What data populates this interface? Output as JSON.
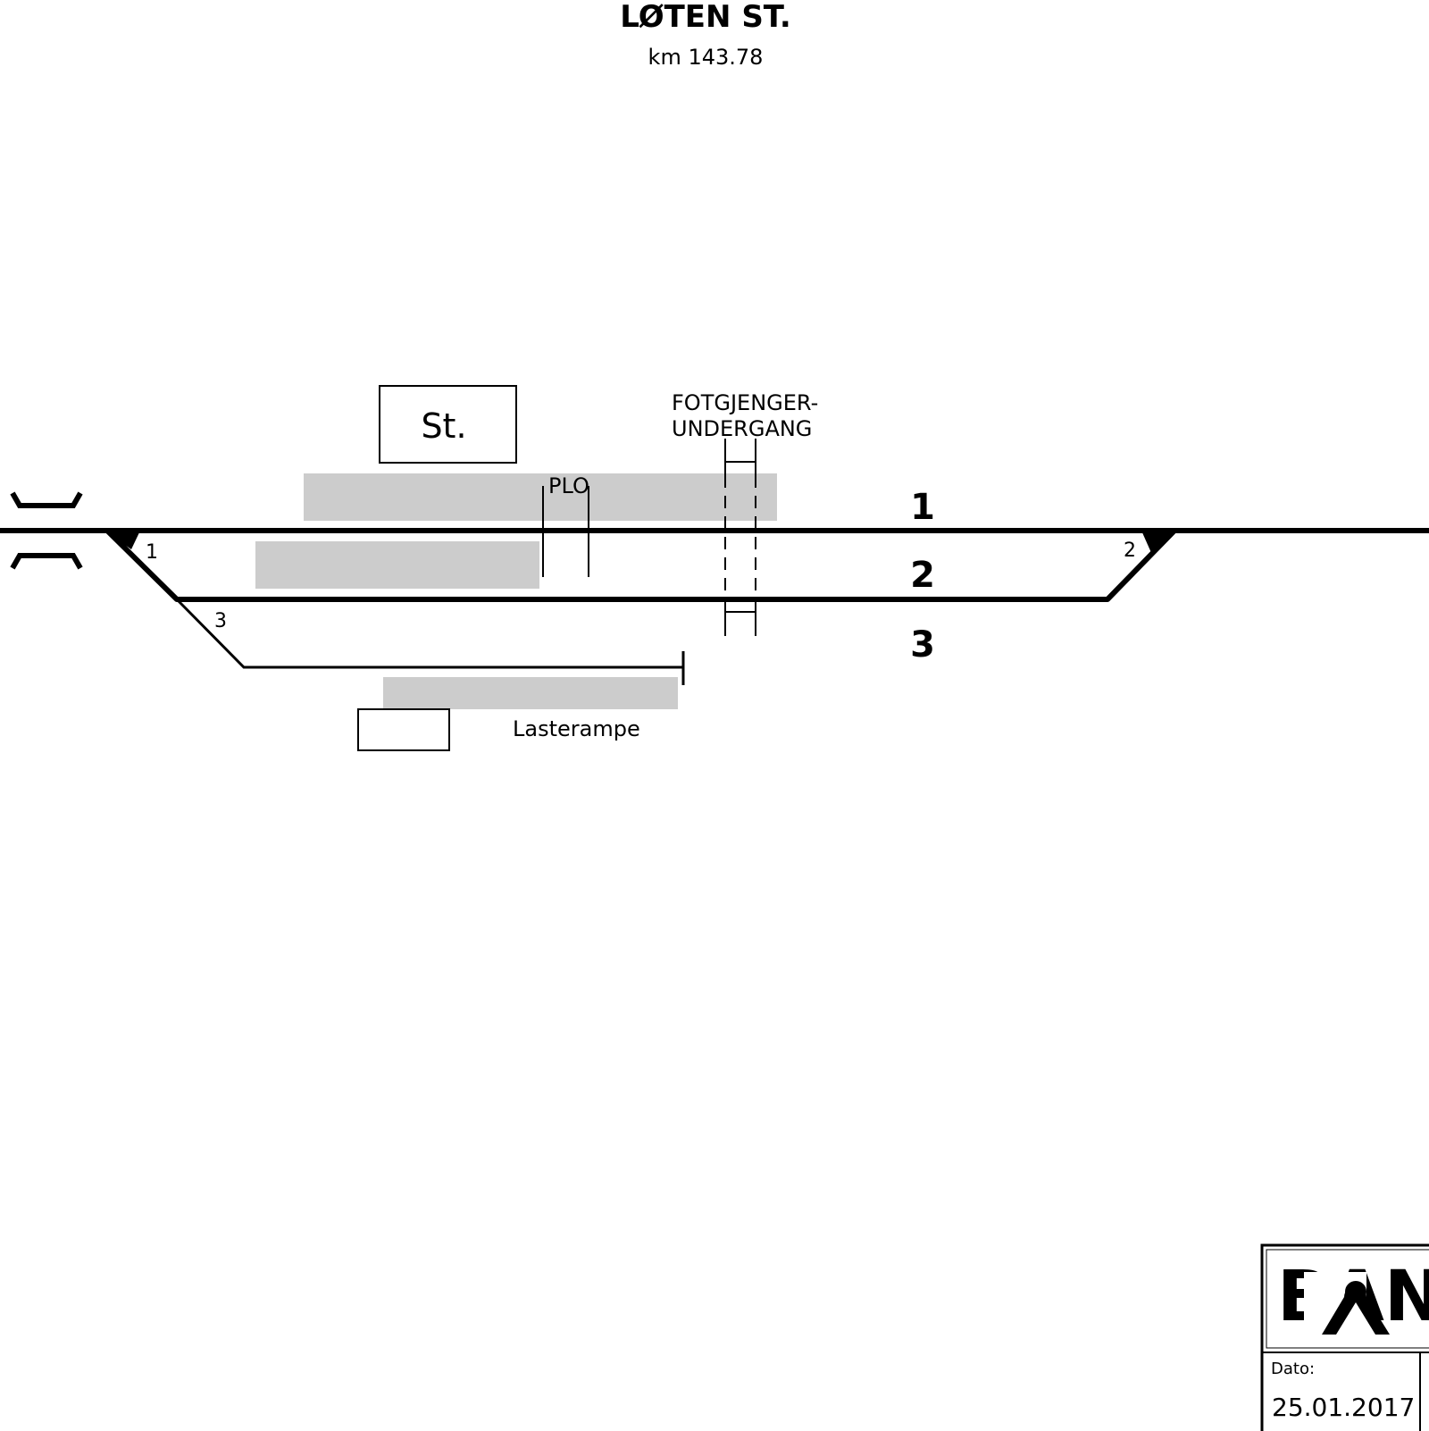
{
  "header": {
    "title": "LØTEN ST.",
    "km": "km 143.78"
  },
  "station_building": {
    "label": "St."
  },
  "plo": {
    "label": "PLO"
  },
  "underpass": {
    "line1": "FOTGJENGER-",
    "line2": "UNDERGANG"
  },
  "tracks": [
    {
      "number": "1"
    },
    {
      "number": "2"
    },
    {
      "number": "3"
    }
  ],
  "switches": [
    {
      "number": "1"
    },
    {
      "number": "2"
    },
    {
      "number": "3"
    }
  ],
  "loading_ramp": {
    "label": "Lasterampe"
  },
  "title_block": {
    "logo_text": "BAN",
    "date_label": "Dato:",
    "date_value": "25.01.2017"
  },
  "colors": {
    "line": "#000000",
    "platform": "#cccccc",
    "background": "#ffffff"
  }
}
